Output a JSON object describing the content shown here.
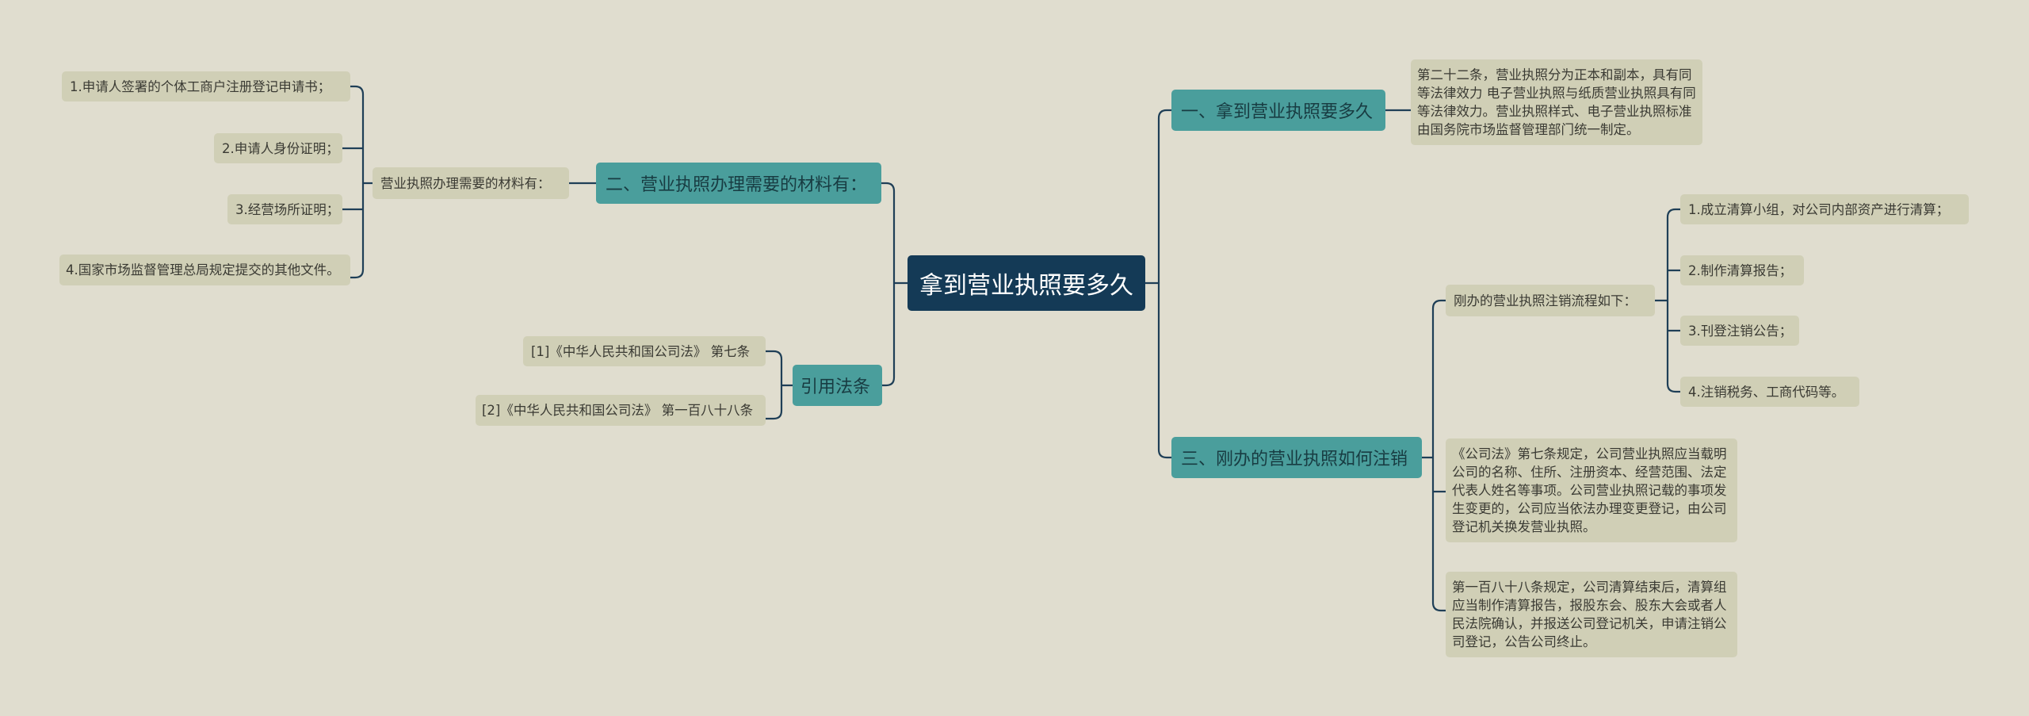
{
  "root": {
    "label": "拿到营业执照要多久"
  },
  "colors": {
    "background": "#e0ddcf",
    "root": "#143a56",
    "branch": "#4a9e9c",
    "leaf": "#d0cfb6",
    "line": "#1f3f57"
  },
  "branch1": {
    "label": "一、拿到营业执照要多久",
    "text": "第二十二条，营业执照分为正本和副本，具有同等法律效力 电子营业执照与纸质营业执照具有同等法律效力。营业执照样式、电子营业执照标准由国务院市场监督管理部门统一制定。"
  },
  "branch2": {
    "label": "二、营业执照办理需要的材料有：",
    "sub_label": "营业执照办理需要的材料有：",
    "items": [
      "1.申请人签署的个体工商户注册登记申请书；",
      "2.申请人身份证明；",
      "3.经营场所证明；",
      "4.国家市场监督管理总局规定提交的其他文件。"
    ]
  },
  "branch3": {
    "label": "三、刚办的营业执照如何注销",
    "sub_label": "刚办的营业执照注销流程如下：",
    "steps": [
      "1.成立清算小组，对公司内部资产进行清算；",
      "2.制作清算报告；",
      "3.刊登注销公告；",
      "4.注销税务、工商代码等。"
    ],
    "text1": "《公司法》第七条规定，公司营业执照应当载明公司的名称、住所、注册资本、经营范围、法定代表人姓名等事项。公司营业执照记载的事项发生变更的，公司应当依法办理变更登记，由公司登记机关换发营业执照。",
    "text2": "第一百八十八条规定，公司清算结束后，清算组应当制作清算报告，报股东会、股东大会或者人民法院确认，并报送公司登记机关，申请注销公司登记，公告公司终止。"
  },
  "citations": {
    "label": "引用法条",
    "items": [
      "[1]《中华人民共和国公司法》 第七条",
      "[2]《中华人民共和国公司法》 第一百八十八条"
    ]
  }
}
